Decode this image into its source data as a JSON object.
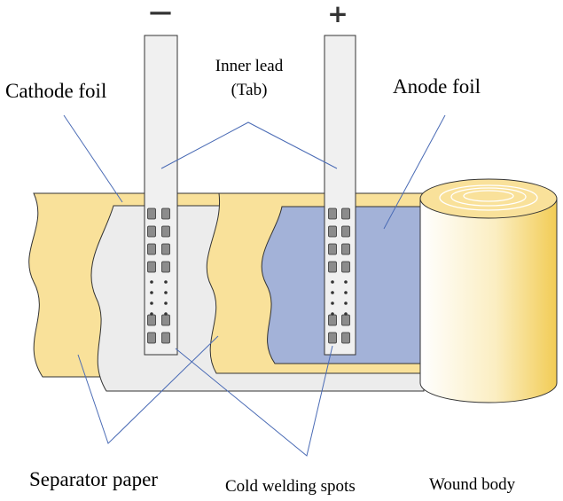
{
  "labels": {
    "cathode_foil": "Cathode foil",
    "anode_foil": "Anode foil",
    "inner_lead_line1": "Inner lead",
    "inner_lead_line2": "(Tab)",
    "separator_paper": "Separator paper",
    "cold_welding_spots": "Cold welding spots",
    "wound_body": "Wound body"
  },
  "terminals": {
    "negative_sign": "—",
    "positive_sign": "+"
  },
  "colors": {
    "separator_paper": "#f9e19a",
    "cathode_foil": "#ececec",
    "anode_foil": "#a3b2d8",
    "tab": "#f0f0f0",
    "weld_spot": "#8c8c8c",
    "leader_line": "#4a6bb5",
    "outline": "#333333"
  }
}
